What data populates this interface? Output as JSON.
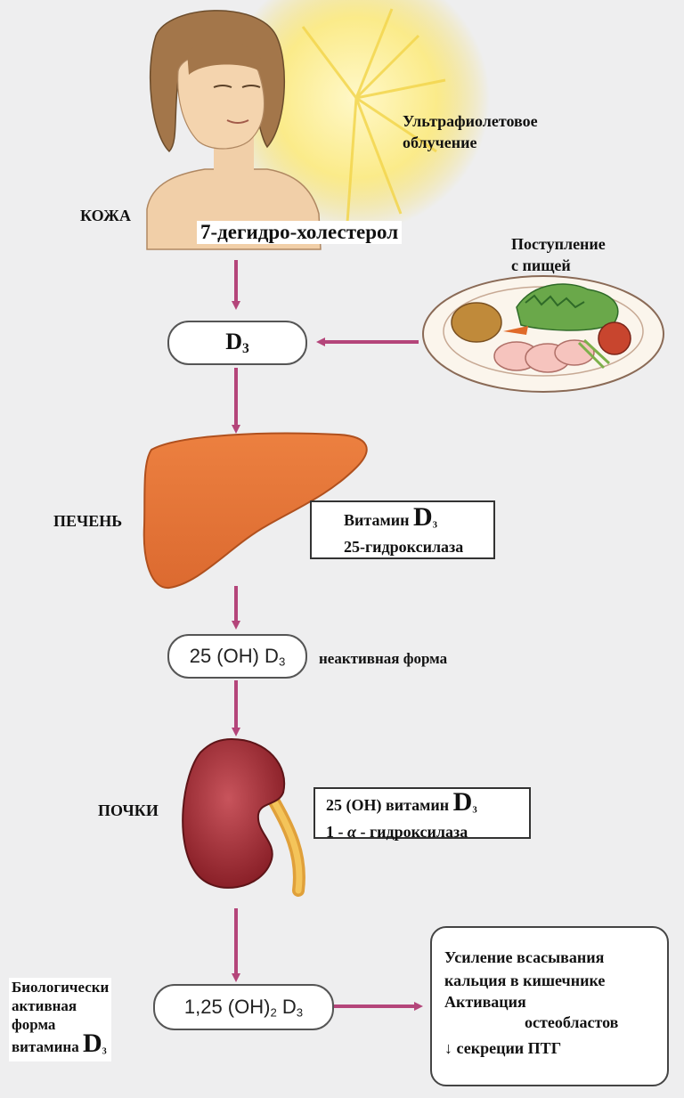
{
  "skin": {
    "label": "КОЖА"
  },
  "uv": {
    "line1": "Ультрафиолетовое",
    "line2": "облучение"
  },
  "precursor": {
    "label": "7-дегидро-холестерол"
  },
  "diet": {
    "line1": "Поступление",
    "line2": "с пищей"
  },
  "d3": {
    "base": "D",
    "sub": "3"
  },
  "liver": {
    "label": "ПЕЧЕНЬ"
  },
  "liver_enzyme": {
    "name": "Витамин",
    "vit": "D",
    "vit_sub": "3",
    "enzyme": "25-гидроксилаза"
  },
  "inactive": {
    "formula_main": "25 (OH) D",
    "formula_sub": "3",
    "note": "неактивная форма"
  },
  "kidney": {
    "label": "ПОЧКИ"
  },
  "kidney_enzyme": {
    "line1_text": "25 (OH) витамин",
    "vit": "D",
    "vit_sub": "3",
    "line2_prefix": "1 -",
    "alpha": "α",
    "line2_suffix": "- гидроксилаза"
  },
  "active": {
    "formula_pre": "1,25 (OH)",
    "formula_sub1": "2",
    "formula_mid": " D",
    "formula_sub2": "3",
    "lines": [
      "Биологически",
      "активная",
      "форма",
      "витамина"
    ],
    "vit": "D",
    "vit_sub": "3"
  },
  "effects": {
    "line1": "Усиление всасывания",
    "line2": "кальция в кишечнике",
    "line3": "Активация",
    "line4": "остеобластов",
    "arrow": "↓",
    "line5": "секреции ПТГ"
  },
  "colors": {
    "arrow": "#b4457a",
    "liver": "#e2743a",
    "kidney": "#9c2c34"
  }
}
